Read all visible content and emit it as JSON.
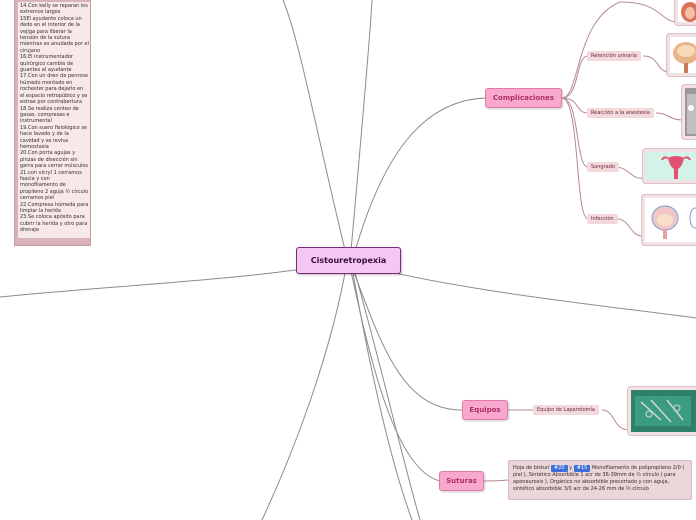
{
  "steps": [
    "14.Con kelly se reparan los extremos largos",
    "15El ayudante coloca un dedo en el interior de la vejiga para liberar la tensión de la sutura mientras es anudada por el cirujano",
    "16.El instrumentador quirúrgico cambia de guantes al ayudante",
    "17.Con un dren de penrose húmedo montado en rochester para dejarlo en el espacio retropúbico y se estrae por contrabertura",
    "18.Se realiza conteo de gasas, compresas e instrumental",
    "19.Con suero fisiológico se hace lavado y de la cavidad y se revisa hemostasia",
    "20.Con porta agujas y pinzas de disección sin garra para cerrar músculos",
    "21.con vicryl 1 cerramos fascia y con monofilamento de propileno 2 aguja ½ círculo cerramos piel",
    "22.Compresa húmeda para limpiar la herida",
    "23.Se coloca apósito para cubrir la herida y otro para drenaje"
  ],
  "central_topic": "Cistouretropexia",
  "complicaciones": {
    "label": "Complicaciones",
    "items": [
      "Retención urinaria",
      "Reacción a la anestesia",
      "Sangrado",
      "Infección"
    ]
  },
  "equipos": {
    "label": "Equipos",
    "items": [
      "Equipo de Laparotomía"
    ]
  },
  "suturas": {
    "label": "Suturas",
    "text_before": "Hoja de bisturí",
    "tag1": "#20",
    "and_word": "y",
    "tag2": "#15",
    "text_after": " Monofilamento de polipropileno 2/0 ( piel ), Sintético Absorbible 1 acr de 36-39mm de ½ círculo ( para aponeurosis ), Orgánico no absorbible precortado y con aguja, sintético absorbible 3/0 acr de 24-26 mm de ½ círculo"
  },
  "colors": {
    "branch_line": "#8c8c8c",
    "main_topic_fill": "#f7a8cc",
    "main_topic_text": "#b0306a",
    "central_fill": "#f4c6f2",
    "central_border": "#7a2a7a",
    "tag_fill": "#3f6fd9"
  }
}
